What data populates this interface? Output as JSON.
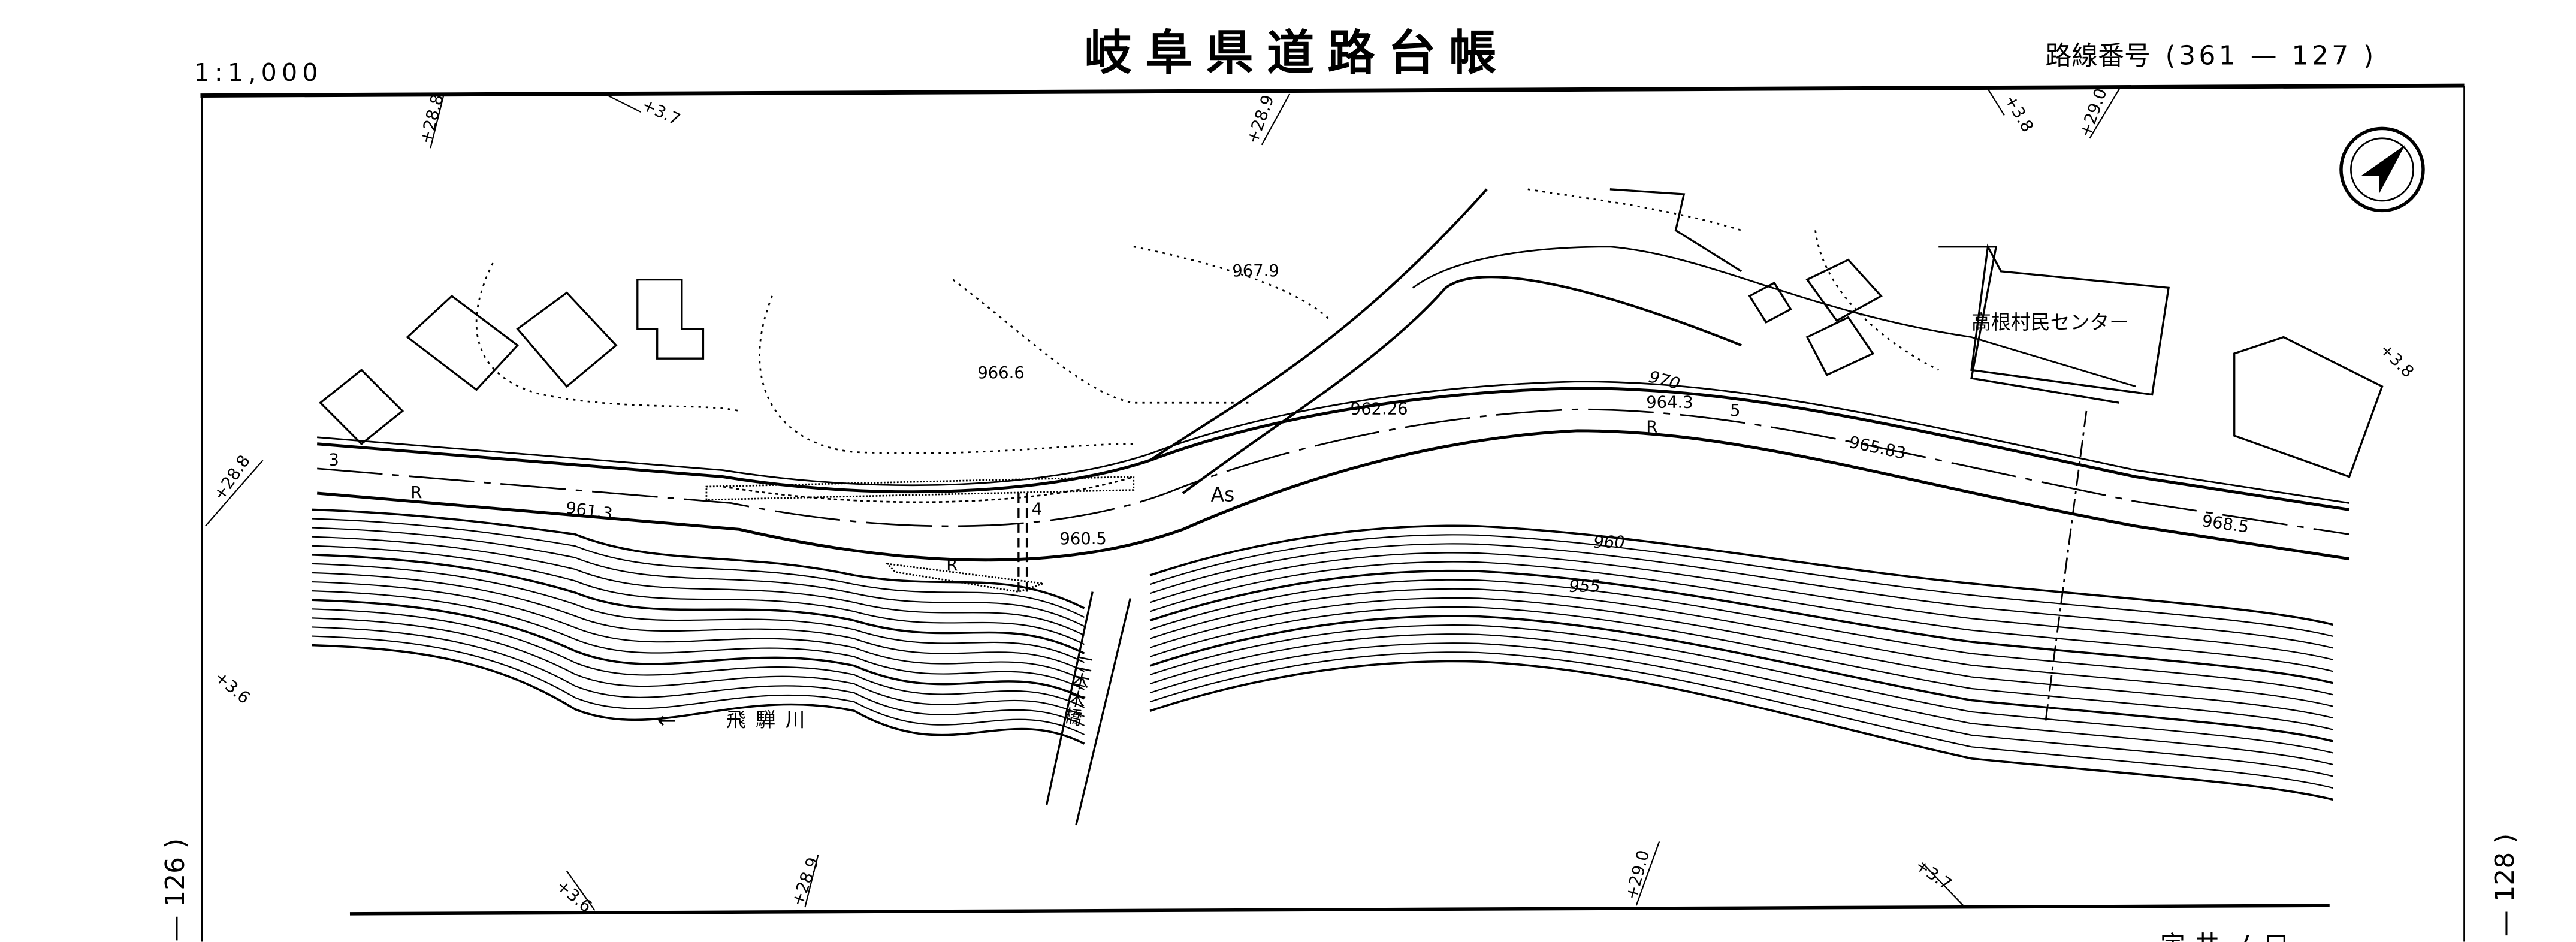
{
  "header": {
    "scale": "1:1,000",
    "title": "岐阜県道路台帳",
    "route_label": "路線番号",
    "route_number": "(361 — 127 )"
  },
  "sheet_refs": {
    "left": "— 126 )",
    "right": "— 128 )"
  },
  "stations": {
    "top": [
      "+28.8",
      "+3.7",
      "+28.9",
      "+3.8",
      "+29.0"
    ],
    "left": [
      "+28.8",
      "+3.6"
    ],
    "right": [
      "+3.8"
    ],
    "bottom": [
      "+3.6",
      "+28.9",
      "+29.0",
      "+3.7"
    ]
  },
  "elevations": [
    "967.9",
    "966.6",
    "962.26",
    "964.3",
    "965.83",
    "961.3",
    "960.5",
    "968.5"
  ],
  "contours": [
    "970",
    "960",
    "955"
  ],
  "place_labels": {
    "community_center": "高根村民センター",
    "river": "飛騨川",
    "river_arrow": "←",
    "bridge": "二本木橋",
    "surface": "As",
    "place_bottom": "宇井ノ口"
  },
  "markers": {
    "r": "R",
    "n3": "3",
    "n4": "4",
    "n5": "5"
  }
}
